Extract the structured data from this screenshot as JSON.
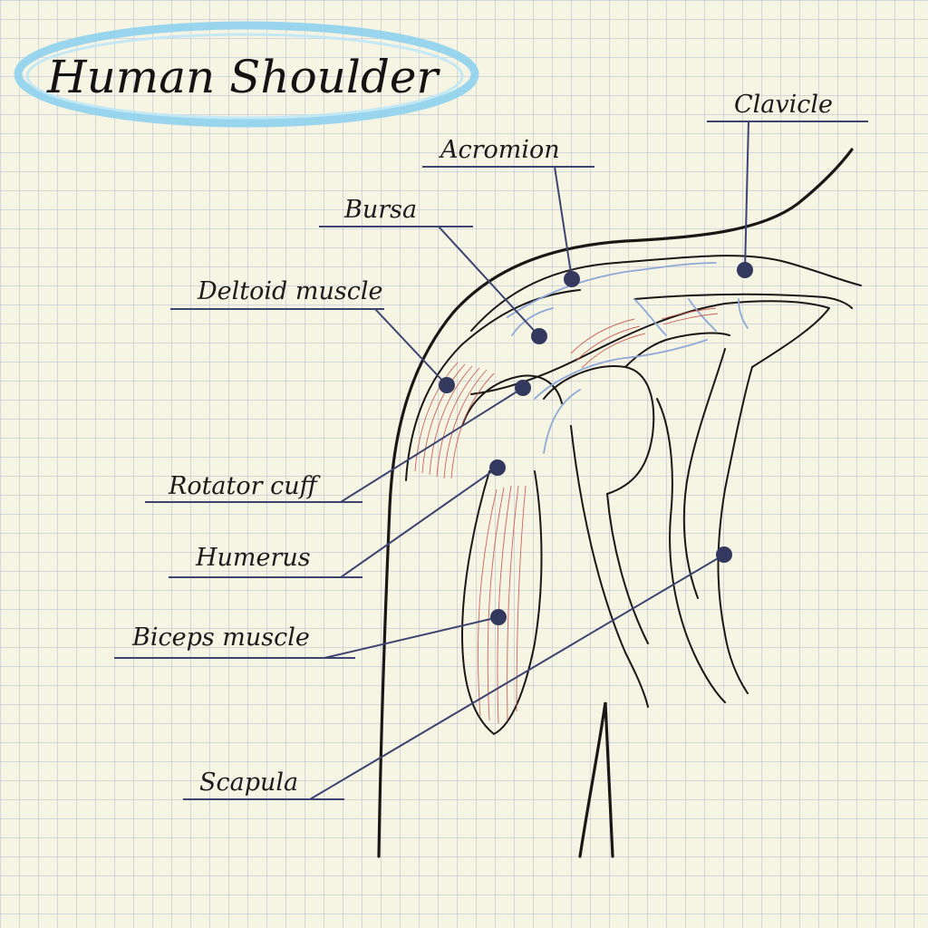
{
  "title": "Human Shoulder",
  "colors": {
    "paper": "#f6f4e2",
    "grid": "#a9b3d9",
    "title_ellipse": "#8fd3ef",
    "ink": "#1b1717",
    "leader": "#3c4470",
    "marker": "#33385f",
    "tendon_blue": "#8ea9d6",
    "muscle_fiber": "#c7544a"
  },
  "labels": {
    "clavicle": "Clavicle",
    "acromion": "Acromion",
    "bursa": "Bursa",
    "deltoid": "Deltoid muscle",
    "rotator_cuff": "Rotator cuff",
    "humerus": "Humerus",
    "biceps": "Biceps muscle",
    "scapula": "Scapula"
  }
}
